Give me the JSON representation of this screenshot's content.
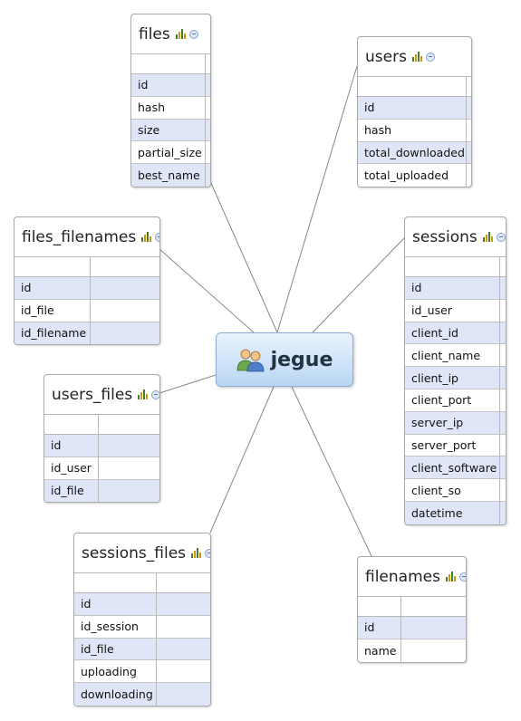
{
  "central": {
    "label": "jegue",
    "icon": "users-group-icon"
  },
  "tables": [
    {
      "id": "files",
      "title": "files",
      "rows": [
        "id",
        "hash",
        "size",
        "partial_size",
        "best_name"
      ]
    },
    {
      "id": "users",
      "title": "users",
      "rows": [
        "id",
        "hash",
        "total_downloaded",
        "total_uploaded"
      ]
    },
    {
      "id": "files-filenames",
      "title": "files_filenames",
      "rows": [
        "id",
        "id_file",
        "id_filename"
      ]
    },
    {
      "id": "sessions",
      "title": "sessions",
      "rows": [
        "id",
        "id_user",
        "client_id",
        "client_name",
        "client_ip",
        "client_port",
        "server_ip",
        "server_port",
        "client_software",
        "client_so",
        "datetime"
      ]
    },
    {
      "id": "users-files",
      "title": "users_files",
      "rows": [
        "id",
        "id_user",
        "id_file"
      ]
    },
    {
      "id": "sessions-files",
      "title": "sessions_files",
      "rows": [
        "id",
        "id_session",
        "id_file",
        "uploading",
        "downloading"
      ]
    },
    {
      "id": "filenames",
      "title": "filenames",
      "rows": [
        "id",
        "name"
      ]
    }
  ],
  "icons": {
    "table_chart": "chart-icon",
    "table_collapse": "collapse-icon"
  },
  "colors": {
    "odd_row": "#dfe6f8",
    "central_top": "#eaf3fd",
    "central_bottom": "#b8d6f4",
    "connector": "#888888"
  }
}
